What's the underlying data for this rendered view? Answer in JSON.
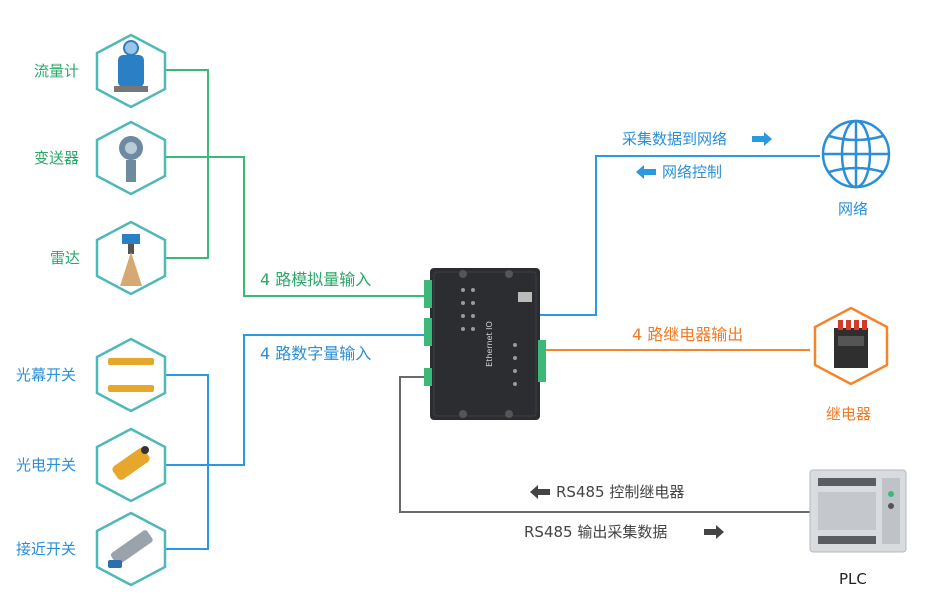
{
  "colors": {
    "green": "#3cb878",
    "blue": "#2a9ae0",
    "orange": "#f5852a",
    "gray": "#6a6a6a",
    "hex_stroke": "#4fb8b8"
  },
  "analog_sensors": [
    {
      "label": "流量计",
      "icon": "flowmeter-icon"
    },
    {
      "label": "变送器",
      "icon": "transmitter-icon"
    },
    {
      "label": "雷达",
      "icon": "radar-level-icon"
    }
  ],
  "digital_sensors": [
    {
      "label": "光幕开关",
      "icon": "light-curtain-icon"
    },
    {
      "label": "光电开关",
      "icon": "photoelectric-switch-icon"
    },
    {
      "label": "接近开关",
      "icon": "proximity-switch-icon"
    }
  ],
  "labels": {
    "analog_input": "4 路模拟量输入",
    "digital_input": "4 路数字量输入",
    "collect_to_network": "采集数据到网络",
    "network_control": "网络控制",
    "network": "网络",
    "relay_output": "4 路继电器输出",
    "relay": "继电器",
    "rs485_control": "RS485 控制继电器",
    "rs485_output": "RS485 输出采集数据",
    "plc": "PLC"
  },
  "device": {
    "model": "Ethernet IO"
  }
}
